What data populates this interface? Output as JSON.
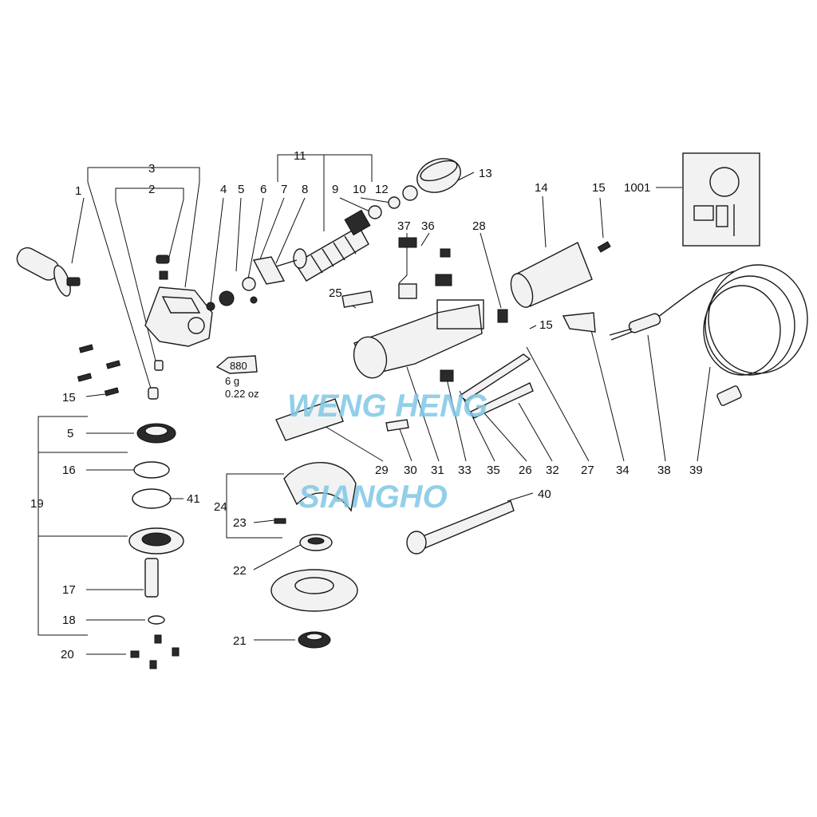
{
  "diagram": {
    "labels": {
      "p1": "1",
      "p2": "2",
      "p3": "3",
      "p4": "4",
      "p5": "5",
      "p6": "6",
      "p7": "7",
      "p8": "8",
      "p9": "9",
      "p10": "10",
      "p11": "11",
      "p12": "12",
      "p13": "13",
      "p14": "14",
      "p15a": "15",
      "p15b": "15",
      "p15c": "15",
      "p5b": "5",
      "p16": "16",
      "p41": "41",
      "p19": "19",
      "p17": "17",
      "p18": "18",
      "p20": "20",
      "p24": "24",
      "p23": "23",
      "p22": "22",
      "p21": "21",
      "p25": "25",
      "p28": "28",
      "p36": "36",
      "p37": "37",
      "p40": "40",
      "p1001": "1001",
      "p29": "29",
      "p30": "30",
      "p31": "31",
      "p33": "33",
      "p35": "35",
      "p26": "26",
      "p32": "32",
      "p27": "27",
      "p34": "34",
      "p38": "38",
      "p39": "39"
    },
    "grease_tube": {
      "code": "880",
      "weight_g": "6 g",
      "weight_oz": "0.22 oz"
    },
    "watermark": {
      "line1": "WENG HENG",
      "line2": "SIANGHO"
    }
  }
}
